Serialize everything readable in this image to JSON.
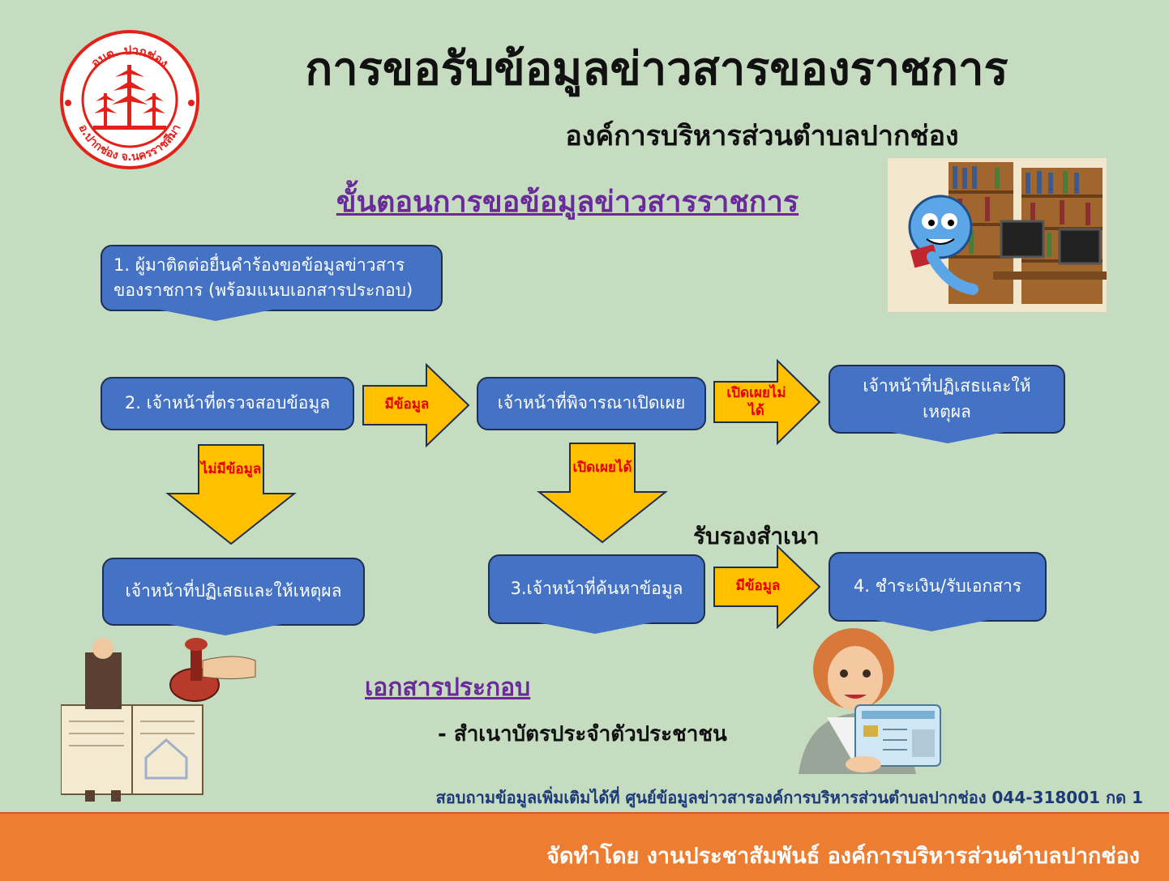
{
  "header": {
    "title": "การขอรับข้อมูลข่าวสารของราชการ",
    "subtitle": "องค์การบริหารส่วนตำบลปากช่อง",
    "logo_top_text": "อบต. ปากช่อง",
    "logo_bottom_text": "อ.ปากช่อง จ.นครราชสีมา"
  },
  "section_title": "ขั้นตอนการขอข้อมูลข่าวสารราชการ",
  "flow": {
    "step1": "1. ผู้มาติดต่อยื่นคำร้องขอข้อมูลข่าวสารของราชการ (พร้อมแนบเอกสารประกอบ)",
    "step2": "2. เจ้าหน้าที่ตรวจสอบข้อมูล",
    "consider": "เจ้าหน้าที่พิจารณาเปิดเผย",
    "reject_top": "เจ้าหน้าที่ปฏิเสธและให้เหตุผล",
    "reject_left": "เจ้าหน้าที่ปฏิเสธและให้เหตุผล",
    "step3": "3.เจ้าหน้าที่ค้นหาข้อมูล",
    "step4": "4. ชำระเงิน/รับเอกสาร",
    "arrow_has_data_1": "มีข้อมูล",
    "arrow_not_disclosable": "เปิดเผยไม่ได้",
    "arrow_no_data": "ไม่มีข้อมูล",
    "arrow_disclosable": "เปิดเผยได้",
    "arrow_has_data_2": "มีข้อมูล",
    "certify_label": "รับรองสำเนา"
  },
  "attachments": {
    "title": "เอกสารประกอบ",
    "items": [
      "-  สำเนาบัตรประจำตัวประชาชน"
    ]
  },
  "contact": "สอบถามข้อมูลเพิ่มเติมได้ที่ ศูนย์ข้อมูลข่าวสารองค์การบริหารส่วนตำบลปากช่อง 044-318001 กด 1",
  "footer": "จัดทำโดย งานประชาสัมพันธ์  องค์การบริหารส่วนตำบลปากช่อง",
  "colors": {
    "background": "#c6dcc1",
    "box": "#4472c4",
    "arrow": "#ffc000",
    "arrow_label": "#e60000",
    "footer": "#ed7d31",
    "section_title": "#6a2a9a"
  },
  "icons": [
    "seal-logo-icon",
    "library-reader-illustration",
    "stamp-document-illustration",
    "woman-id-card-illustration"
  ]
}
